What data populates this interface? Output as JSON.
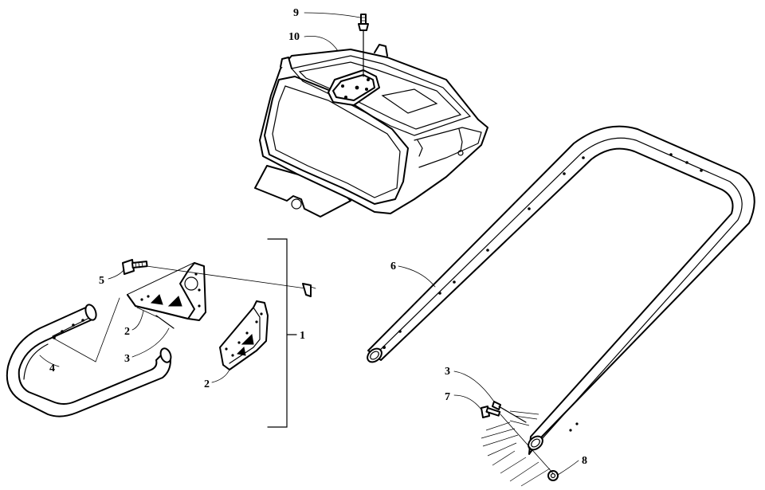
{
  "callouts": [
    {
      "id": "c9",
      "text": "9"
    },
    {
      "id": "c10",
      "text": "10"
    },
    {
      "id": "c5",
      "text": "5"
    },
    {
      "id": "c2a",
      "text": "2"
    },
    {
      "id": "c3a",
      "text": "3"
    },
    {
      "id": "c4",
      "text": "4"
    },
    {
      "id": "c2b",
      "text": "2"
    },
    {
      "id": "c1",
      "text": "1"
    },
    {
      "id": "c6",
      "text": "6"
    },
    {
      "id": "c3b",
      "text": "3"
    },
    {
      "id": "c7",
      "text": "7"
    },
    {
      "id": "c8",
      "text": "8"
    }
  ]
}
